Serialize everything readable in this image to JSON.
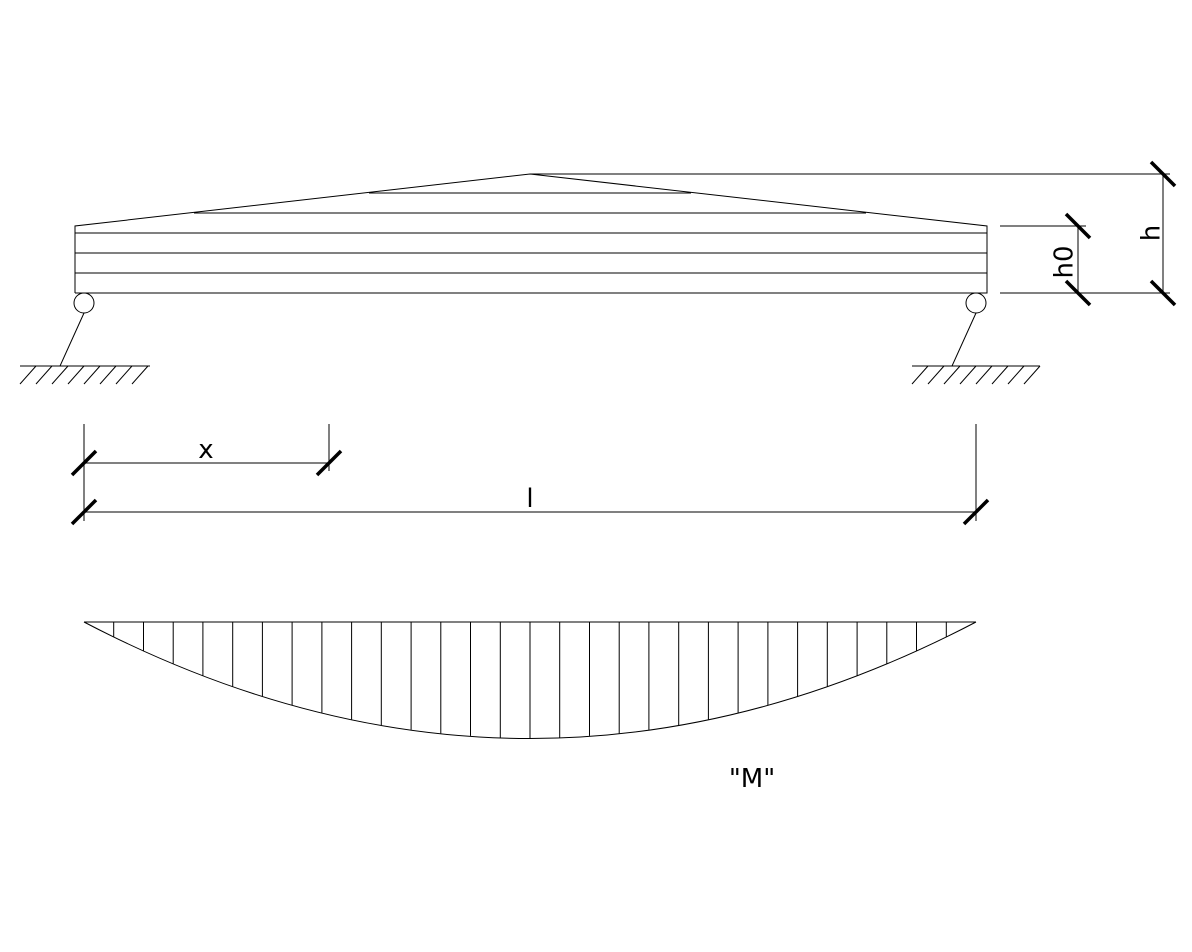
{
  "labels": {
    "h": "h",
    "h0": "h0",
    "x": "x",
    "l": "l",
    "moment": "\"M\""
  },
  "colors": {
    "line": "#000000",
    "background": "#ffffff"
  }
}
